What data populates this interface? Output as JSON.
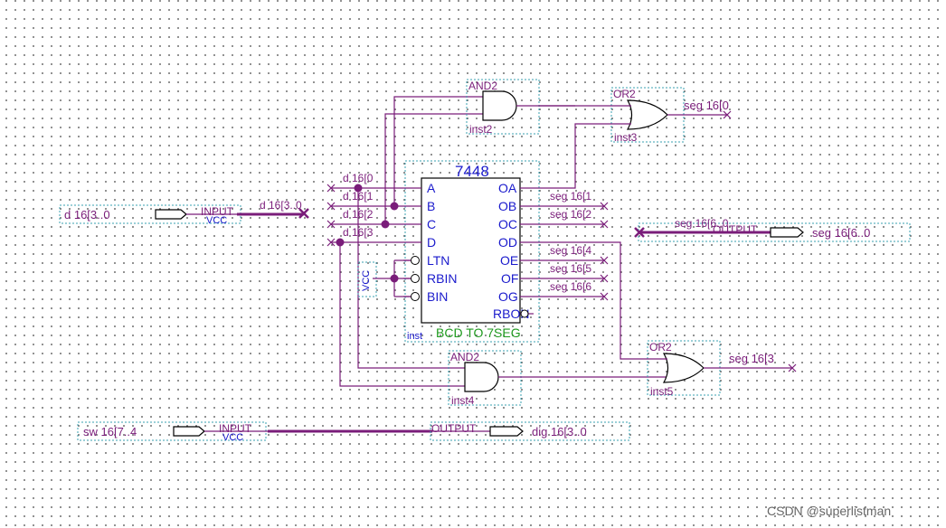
{
  "chip": {
    "title": "7448",
    "subtitle": "BCD TO 7SEG",
    "inst": "inst",
    "inputs": [
      "A",
      "B",
      "C",
      "D",
      "LTN",
      "RBIN",
      "BIN"
    ],
    "outputs": [
      "OA",
      "OB",
      "OC",
      "OD",
      "OE",
      "OF",
      "OG",
      "RBON"
    ]
  },
  "gates": {
    "and_top": {
      "type": "AND2",
      "inst": "inst2"
    },
    "or_top": {
      "type": "OR2",
      "inst": "inst3"
    },
    "and_bottom": {
      "type": "AND2",
      "inst": "inst4"
    },
    "or_bottom": {
      "type": "OR2",
      "inst": "inst5"
    }
  },
  "ports": {
    "input_d": {
      "name": "d  16[3..0",
      "kind": "INPUT",
      "vcc": "VCC"
    },
    "input_sw": {
      "name": "sw  16[7..4",
      "kind": "INPUT",
      "vcc": "VCC"
    },
    "output_seg": {
      "name": "seg  16[6..0",
      "kind": "OUTPUT"
    },
    "output_dig": {
      "name": "dig  16[3..0",
      "kind": "OUTPUT"
    }
  },
  "vcc_label": "VCC",
  "nets": {
    "d_bus": "d  16[3..0",
    "d0": "d  16[0",
    "d1": "d  16[1",
    "d2": "d  16[2",
    "d3": "d  16[3",
    "seg_bus": "seg  16[6..0",
    "seg0": "seg  16[0",
    "seg1": "seg  16[1",
    "seg2": "seg  16[2",
    "seg3": "seg  16[3",
    "seg4": "seg  16[4",
    "seg5": "seg  16[5",
    "seg6": "seg  16[6"
  },
  "watermark": "CSDN @superlistman",
  "colors": {
    "wire": "#7a1d7a",
    "pin_text": "#1a1acc",
    "subtitle": "#1f9a1f",
    "dotted_box": "#3aa0b0"
  }
}
